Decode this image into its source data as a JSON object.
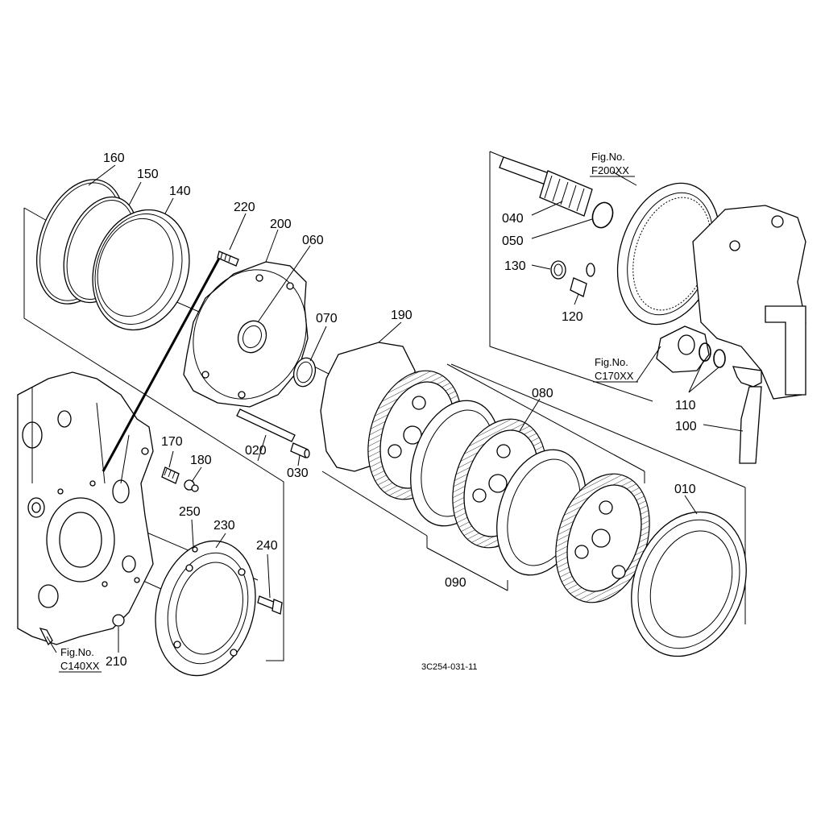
{
  "diagram": {
    "drawing_code": "3C254-031-11",
    "part_labels": {
      "p010": "010",
      "p020": "020",
      "p030": "030",
      "p040": "040",
      "p050": "050",
      "p060": "060",
      "p070": "070",
      "p080": "080",
      "p090": "090",
      "p100": "100",
      "p110": "110",
      "p120": "120",
      "p130": "130",
      "p140": "140",
      "p150": "150",
      "p160": "160",
      "p170": "170",
      "p180": "180",
      "p190": "190",
      "p200": "200",
      "p210": "210",
      "p220": "220",
      "p230": "230",
      "p240": "240",
      "p250": "250"
    },
    "fig_refs": {
      "f200": {
        "caption": "Fig.No.",
        "number": "F200XX"
      },
      "c170": {
        "caption": "Fig.No.",
        "number": "C170XX"
      },
      "c140": {
        "caption": "Fig.No.",
        "number": "C140XX"
      }
    }
  }
}
